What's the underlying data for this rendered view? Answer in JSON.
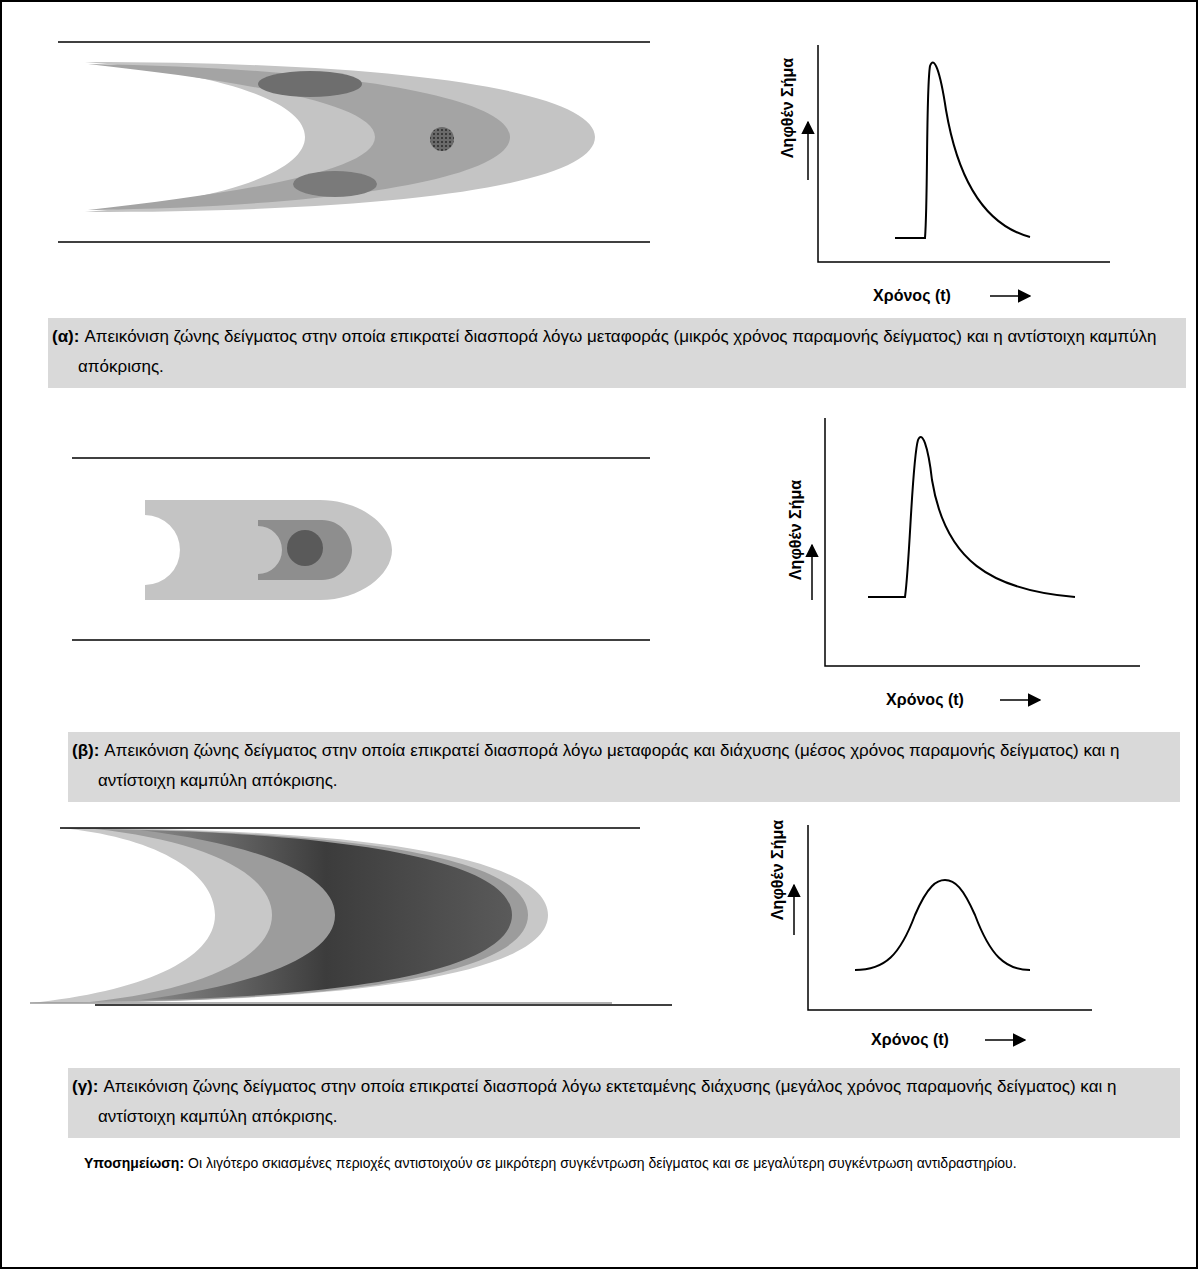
{
  "diagram": {
    "nodes": [
      {
        "text": [
          "(α):",
          "Απεικόνιση ζώνης δείγματος στην οποία επικρατεί διασπορά λόγω μεταφοράς (μικρός χρόνος παραμονής δείγματος) και η αντίστοιχη καμπύλη απόκρισης."
        ]
      },
      {
        "text": [
          "(β):",
          "Απεικόνιση ζώνης δείγματος στην οποία επικρατεί διασπορά λόγω μεταφοράς και διάχυσης (μέσος χρόνος παραμονής δείγματος) και η αντίστοιχη καμπύλη απόκρισης."
        ]
      },
      {
        "text": [
          "(γ):",
          "Απεικόνιση ζώνης δείγματος στην οποία επικρατεί διασπορά λόγω εκτεταμένης διάχυσης (μεγάλος χρόνος παραμονής δείγματος) και η αντίστοιχη καμπύλη απόκρισης."
        ]
      }
    ],
    "labels": [
      "Ληφθέν Σήμα",
      "Χρόνος (t)",
      "Ληφθέν Σήμα",
      "Χρόνος (t)",
      "Ληφθέν Σήμα",
      "Χρόνος (t)",
      "Υποσημείωση:",
      "Οι λιγότερο σκιασμένες περιοχές αντιστοιχούν σε μικρότερη συγκέντρωση δείγματος και σε μεγαλύτερη συγκέντρωση αντιδραστηρίου."
    ]
  }
}
